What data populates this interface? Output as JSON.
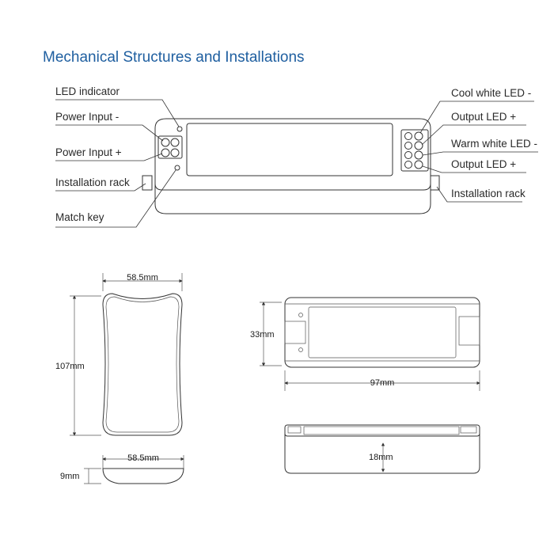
{
  "title": "Mechanical Structures and Installations",
  "colors": {
    "title": "#1f5fa0",
    "line": "#333333"
  },
  "callouts": {
    "led_indicator": "LED indicator",
    "power_input_minus": "Power Input -",
    "power_input_plus": "Power Input +",
    "installation_rack_left": "Installation rack",
    "match_key": "Match key",
    "cool_white_led_minus": "Cool white LED -",
    "output_led_plus_1": "Output LED +",
    "warm_white_led_minus": "Warm white LED -",
    "output_led_plus_2": "Output LED +",
    "installation_rack_right": "Installation rack"
  },
  "dimensions": {
    "remote_width": "58.5mm",
    "remote_height": "107mm",
    "remote_side_width": "58.5mm",
    "remote_thickness": "9mm",
    "controller_height": "33mm",
    "controller_length": "97mm",
    "controller_thickness": "18mm"
  }
}
